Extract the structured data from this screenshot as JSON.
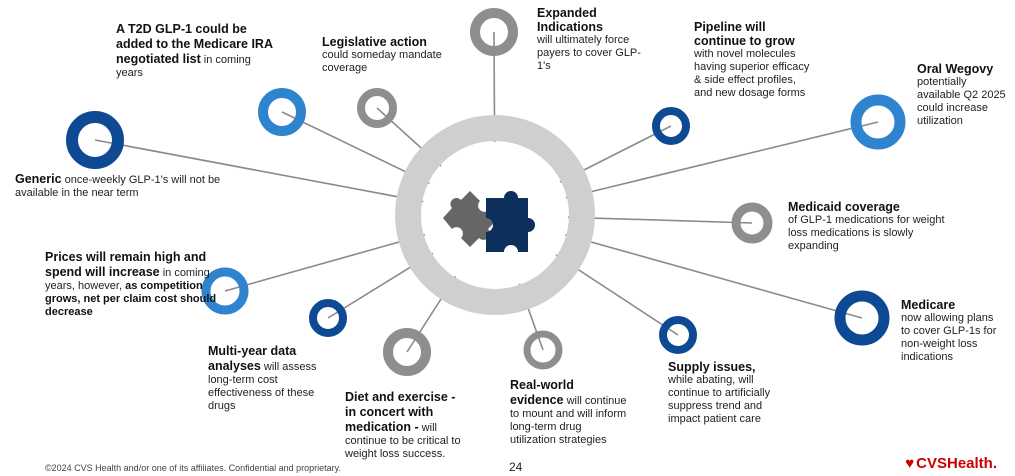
{
  "colors": {
    "navy": "#0d4a93",
    "blue": "#2f84cf",
    "gray": "#8e8e8e",
    "ring": "#cfcfcf",
    "line": "#8a8a8a",
    "brand": "#cc0000"
  },
  "labels": {
    "t2d": {
      "bold": "A T2D GLP-1 could be added to the Medicare IRA negotiated list",
      "rest": " in coming years"
    },
    "legislative": {
      "bold": "Legislative action",
      "rest": "could someday mandate coverage"
    },
    "expanded": {
      "bold": "Expanded Indications",
      "rest": "will ultimately force payers to cover GLP-1's"
    },
    "pipeline": {
      "bold": "Pipeline will continue to grow",
      "rest": "with novel molecules having superior efficacy & side effect profiles, and new dosage forms"
    },
    "oral": {
      "bold": "Oral Wegovy",
      "rest": "potentially available Q2 2025 could increase utilization"
    },
    "generic": {
      "bold": "Generic",
      "rest": " once-weekly GLP-1's will not be available in the near term"
    },
    "medicaid": {
      "bold": "Medicaid coverage",
      "rest": "of  GLP-1 medications for weight loss medications is slowly expanding"
    },
    "prices": {
      "bold": "Prices will remain high and spend will increase",
      "rest1": " in coming years, however, ",
      "bold2": "as competition grows, net per claim cost should decrease"
    },
    "medicare": {
      "bold": "Medicare",
      "rest": "now allowing plans to cover GLP-1s for non-weight loss indications"
    },
    "multiyear": {
      "bold": "Multi-year data analyses",
      "rest": " will  assess long-term cost effectiveness of these drugs"
    },
    "diet": {
      "bold": "Diet and exercise - in concert with medication -",
      "rest": " will continue to be critical to weight loss success."
    },
    "realworld": {
      "bold": "Real-world evidence",
      "rest": " will continue to mount and will inform long-term drug utilization strategies"
    },
    "supply": {
      "bold": "Supply issues,",
      "rest": "while abating, will continue to artificially suppress trend and impact patient care"
    }
  },
  "footer": {
    "copyright": "©2024 CVS Health and/or one of its affiliates. Confidential and proprietary.",
    "page": "24",
    "logo": "CVSHealth."
  },
  "icons": {
    "center": "puzzle-pieces-icon",
    "brand": "cvs-heart-icon"
  }
}
